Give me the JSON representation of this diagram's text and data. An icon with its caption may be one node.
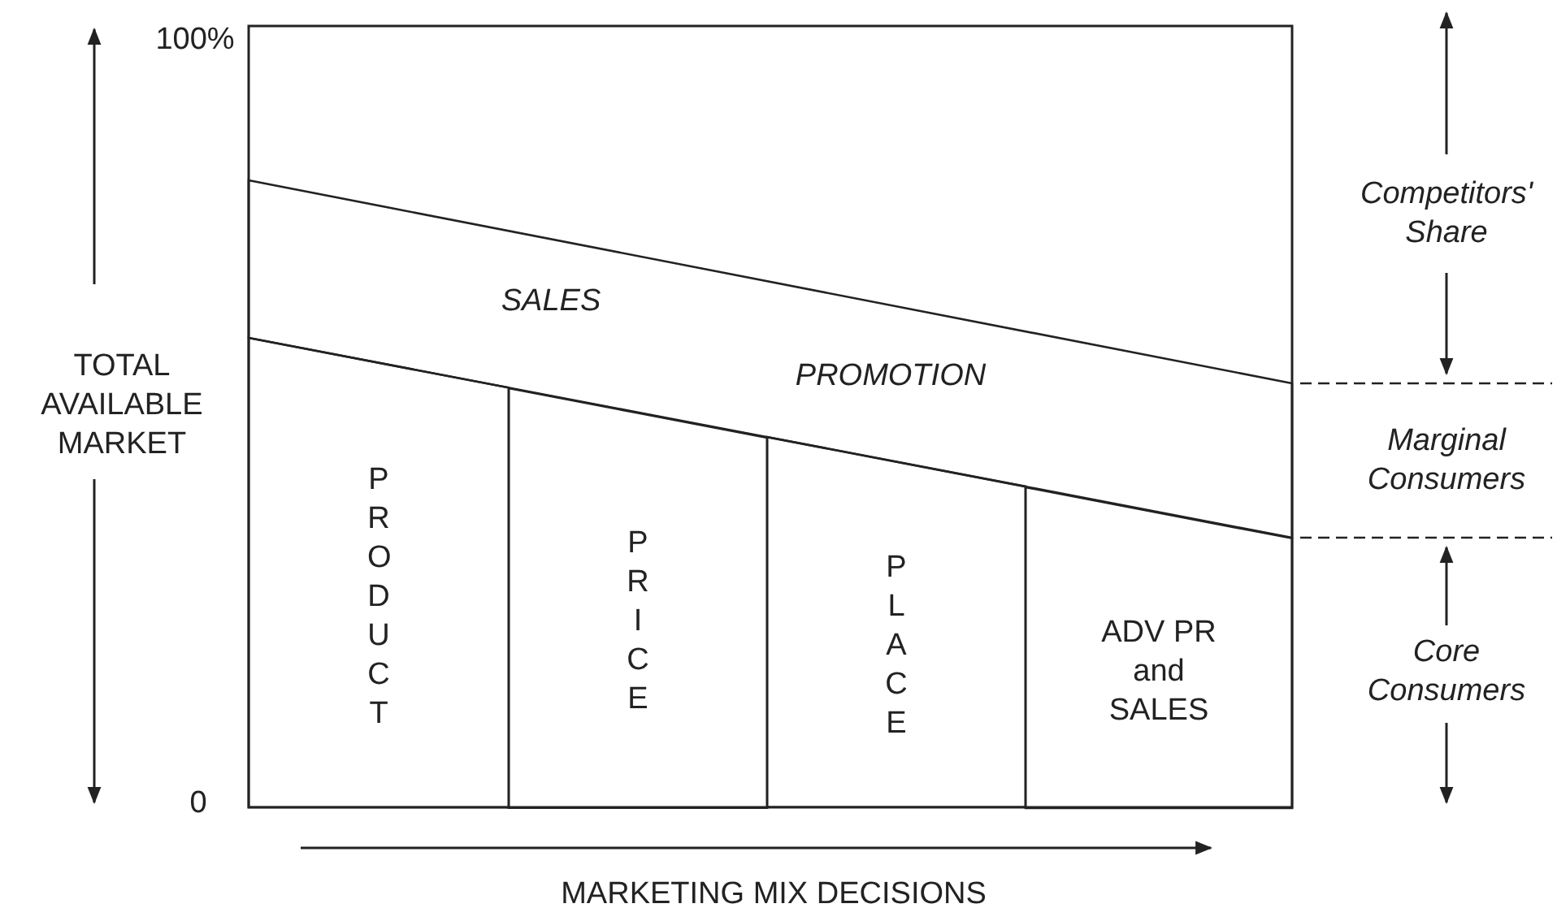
{
  "diagram": {
    "nodes": [
      {
        "text": [
          "SALES",
          "PROMOTION"
        ]
      },
      {
        "text": [
          "P R O D U C T"
        ]
      },
      {
        "text": [
          "P R I C E"
        ]
      },
      {
        "text": [
          "P L A C E"
        ]
      },
      {
        "text": [
          "ADV PR and SALES"
        ]
      }
    ],
    "labels": [
      "100%",
      "TOTAL AVAILABLE MARKET",
      "0",
      "Competitors' Share",
      "Marginal Consumers",
      "Core Consumers",
      "MARKETING MIX DECISIONS"
    ]
  }
}
